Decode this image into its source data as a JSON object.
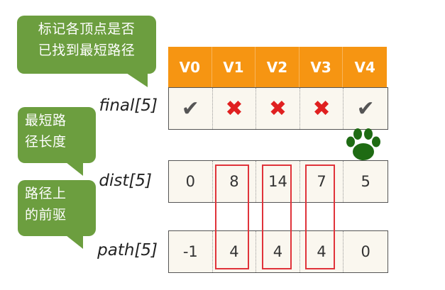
{
  "bubbles": {
    "b1_line1": "标记各顶点是否",
    "b1_line2": "已找到最短路径",
    "b2_line1": "最短路",
    "b2_line2": "径长度",
    "b3_line1": "路径上",
    "b3_line2": "的前驱"
  },
  "labels": {
    "final": "final[5]",
    "dist": "dist[5]",
    "path": "path[5]"
  },
  "headers": [
    "V0",
    "V1",
    "V2",
    "V3",
    "V4"
  ],
  "final": [
    "✔",
    "✖",
    "✖",
    "✖",
    "✔"
  ],
  "dist": [
    "0",
    "8",
    "14",
    "7",
    "5"
  ],
  "path": [
    "-1",
    "4",
    "4",
    "4",
    "0"
  ],
  "icons": {
    "paw": "paw-icon"
  },
  "colors": {
    "bubble": "#6c9e3f",
    "header": "#f69512",
    "highlight": "#e0333a",
    "paw": "#1e6b13"
  }
}
